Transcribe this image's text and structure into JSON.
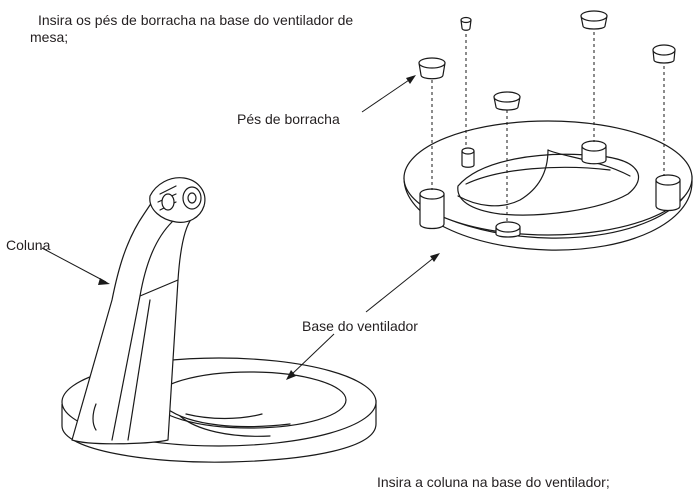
{
  "texts": {
    "instruction_top": "Insira os pés de borracha na base do ventilador de mesa;",
    "label_feet": "Pés de borracha",
    "label_column": "Coluna",
    "label_base": "Base do ventilador",
    "instruction_bottom": "Insira a coluna na base do ventilador;"
  },
  "colors": {
    "line": "#1a1a1a",
    "text": "#231f20",
    "background": "#ffffff"
  }
}
